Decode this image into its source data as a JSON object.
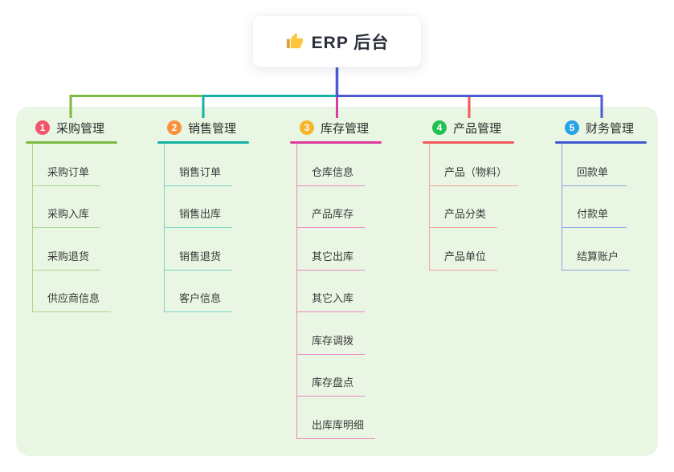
{
  "root": {
    "label": "ERP 后台",
    "icon": "thumbs-up-icon"
  },
  "colors": {
    "page_bg": "#FFFFFF",
    "panel_bg": "#E9F6E3",
    "indigo": "#4A5BD0",
    "root_text": "#2A2F3A",
    "thumb_main": "#FCC63D",
    "thumb_cuff": "#E0A039"
  },
  "branches": [
    {
      "badge": "1",
      "badge_color": "#F1566C",
      "line_color": "#7CBB3F",
      "child_line_color": "#ACD68C",
      "label": "采购管理",
      "children": [
        "采购订单",
        "采购入库",
        "采购退货",
        "供应商信息"
      ]
    },
    {
      "badge": "2",
      "badge_color": "#F9913C",
      "line_color": "#16B1A3",
      "child_line_color": "#7BD2C6",
      "label": "销售管理",
      "children": [
        "销售订单",
        "销售出库",
        "销售退货",
        "客户信息"
      ]
    },
    {
      "badge": "3",
      "badge_color": "#F7B52C",
      "line_color": "#DB3C9E",
      "child_line_color": "#EE85C3",
      "label": "库存管理",
      "children": [
        "仓库信息",
        "产品库存",
        "其它出库",
        "其它入库",
        "库存调拨",
        "库存盘点",
        "出库库明细"
      ]
    },
    {
      "badge": "4",
      "badge_color": "#23C050",
      "line_color": "#F4595C",
      "child_line_color": "#F89E9B",
      "label": "产品管理",
      "children": [
        "产品（物料）",
        "产品分类",
        "产品单位"
      ]
    },
    {
      "badge": "5",
      "badge_color": "#2AA2E6",
      "line_color": "#4058CE",
      "child_line_color": "#8CA5E4",
      "label": "财务管理",
      "children": [
        "回款单",
        "付款单",
        "结算账户"
      ]
    }
  ]
}
